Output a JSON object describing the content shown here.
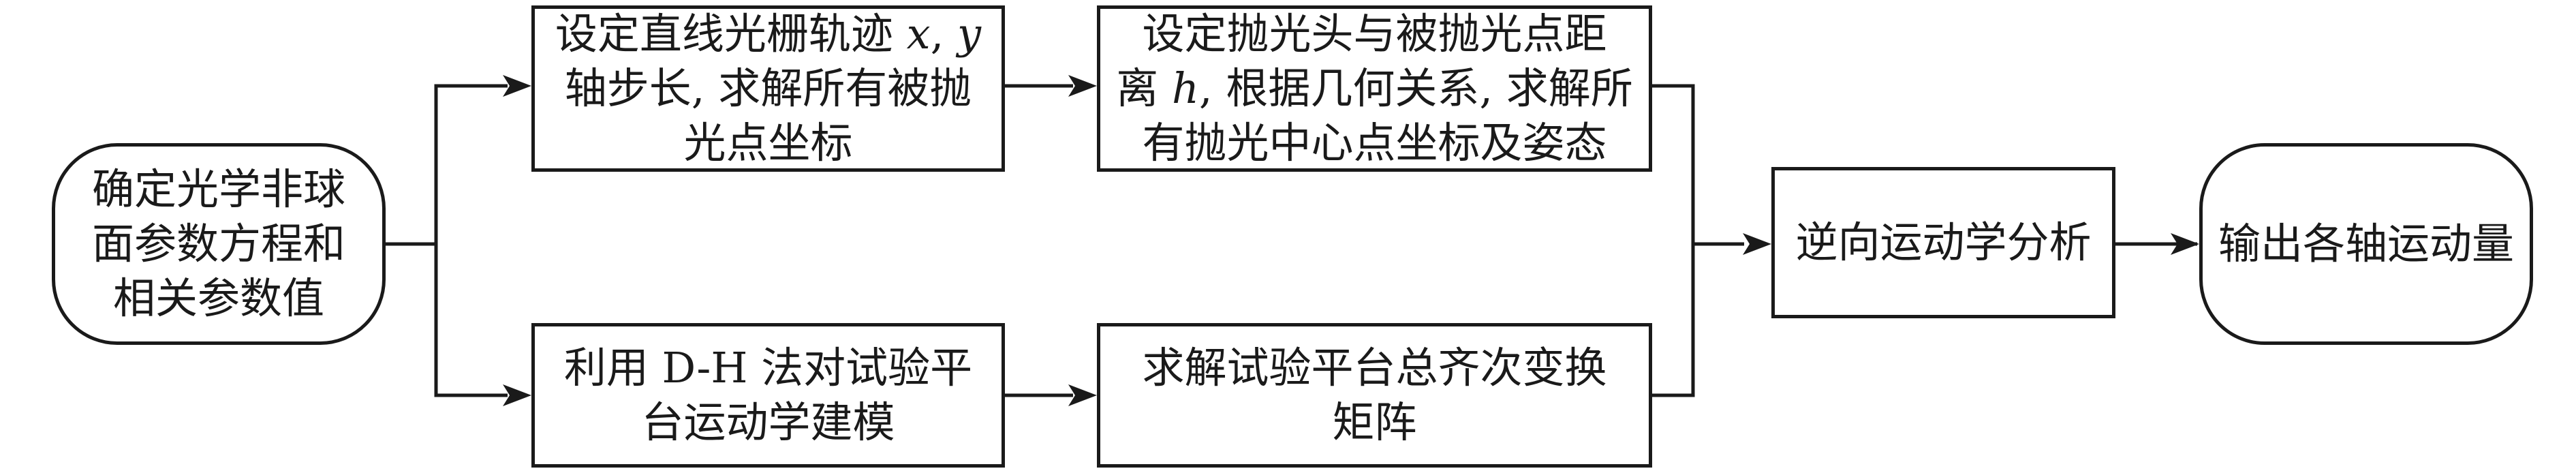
{
  "diagram": {
    "nodes": {
      "start": {
        "lines": [
          "确定光学非球",
          "面参数方程和",
          "相关参数值"
        ]
      },
      "grid_track": {
        "lines": [
          "设定直线光栅轨迹 <i>x</i>, <i>y</i>",
          "轴步长, 求解所有被抛",
          "光点坐标"
        ]
      },
      "polish_pose": {
        "lines": [
          "设定抛光头与被抛光点距",
          "离 <i>h</i>, 根据几何关系, 求解所",
          "有抛光中心点坐标及姿态"
        ]
      },
      "dh_model": {
        "lines": [
          "利用 D-H 法对试验平",
          "台运动学建模"
        ]
      },
      "transform_matrix": {
        "lines": [
          "求解试验平台总齐次变换",
          "矩阵"
        ]
      },
      "inverse_kinematics": {
        "lines": [
          "逆向运动学分析"
        ]
      },
      "output": {
        "lines": [
          "输出各轴运动量"
        ]
      }
    }
  }
}
